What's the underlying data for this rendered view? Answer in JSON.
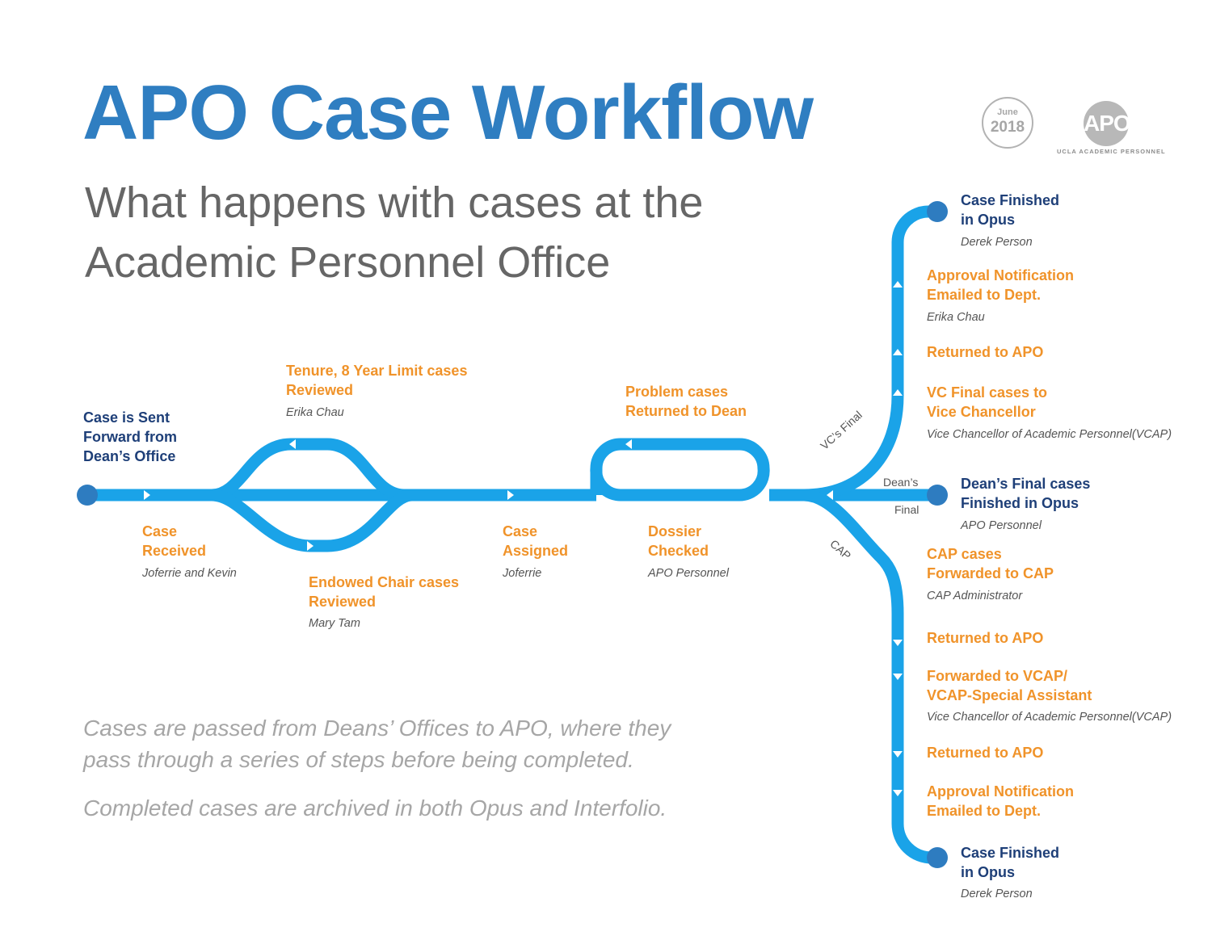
{
  "header": {
    "title": "APO Case Workflow",
    "subtitle_lines": [
      "What happens with cases at the",
      "Academic Personnel Office"
    ],
    "badge": {
      "month": "June",
      "year": "2018"
    },
    "logo": {
      "mark": "APO",
      "caption": "UCLA ACADEMIC PERSONNEL"
    }
  },
  "colors": {
    "title": "#2f7ec1",
    "track": "#1aa3e8",
    "node": "#2e7cc0",
    "step": "#f0932a",
    "end_step": "#1e3f78"
  },
  "stations": {
    "start": {
      "lines": [
        "Case is Sent",
        "Forward from",
        "Dean’s Office"
      ]
    },
    "case_received": {
      "lines": [
        "Case",
        "Received"
      ],
      "person": "Joferrie and Kevin"
    },
    "tenure": {
      "lines": [
        "Tenure, 8 Year Limit cases",
        "Reviewed"
      ],
      "person": "Erika Chau"
    },
    "endowed": {
      "lines": [
        "Endowed Chair cases",
        "Reviewed"
      ],
      "person": "Mary Tam"
    },
    "case_assigned": {
      "lines": [
        "Case",
        "Assigned"
      ],
      "person": "Joferrie"
    },
    "problem": {
      "lines": [
        "Problem cases",
        "Returned to Dean"
      ]
    },
    "dossier": {
      "lines": [
        "Dossier",
        "Checked"
      ],
      "person": "APO Personnel"
    },
    "vc_finished": {
      "lines": [
        "Case Finished",
        "in Opus"
      ],
      "person": "Derek Person"
    },
    "vc_notify": {
      "lines": [
        "Approval Notification",
        "Emailed to Dept."
      ],
      "person": "Erika Chau"
    },
    "vc_returned": {
      "lines": [
        "Returned to APO"
      ]
    },
    "vc_final": {
      "lines": [
        "VC Final cases to",
        "Vice Chancellor"
      ],
      "person": "Vice Chancellor of Academic Personnel(VCAP)"
    },
    "dean_final": {
      "lines": [
        "Dean’s Final cases",
        "Finished  in Opus"
      ],
      "person": "APO Personnel"
    },
    "cap_forward": {
      "lines": [
        "CAP cases",
        "Forwarded to CAP"
      ],
      "person": "CAP Administrator"
    },
    "cap_returned1": {
      "lines": [
        "Returned to APO"
      ]
    },
    "cap_vcap": {
      "lines": [
        "Forwarded to VCAP/",
        "VCAP-Special Assistant"
      ],
      "person": "Vice Chancellor of Academic Personnel(VCAP)"
    },
    "cap_returned2": {
      "lines": [
        "Returned to APO"
      ]
    },
    "cap_notify": {
      "lines": [
        "Approval Notification",
        "Emailed to Dept."
      ]
    },
    "cap_finished": {
      "lines": [
        "Case Finished",
        "in Opus"
      ],
      "person": "Derek Person"
    }
  },
  "branches": {
    "vc": "VC’s Final",
    "dean_1": "Dean’s",
    "dean_2": "Final",
    "cap": "CAP"
  },
  "notes": [
    "Cases are passed from Deans’ Offices to APO, where they",
    "pass through a series of steps before being completed.",
    "Completed cases are archived in both Opus and Interfolio."
  ]
}
